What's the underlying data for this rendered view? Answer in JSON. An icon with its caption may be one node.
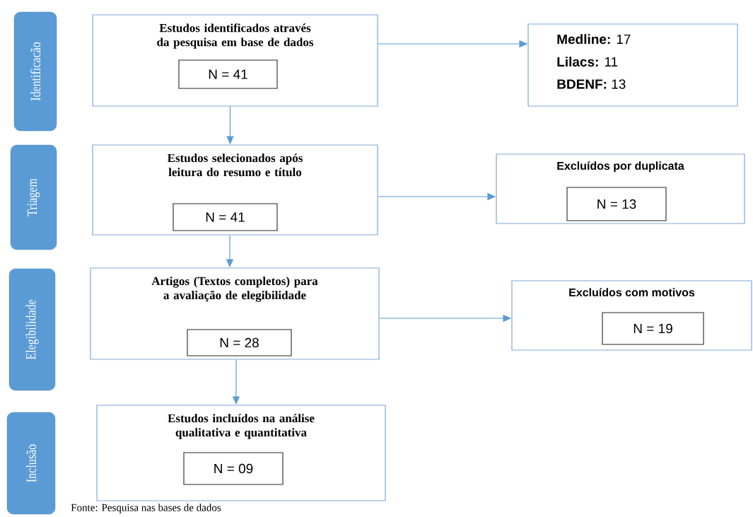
{
  "diagram": {
    "nodes": [
      {
        "text": [
          "Identificacão"
        ]
      },
      {
        "text": [
          "Estudos identificados através da pesquisa em base de dados"
        ]
      },
      {
        "text": [
          "N = 41"
        ],
        "in": 1
      },
      {
        "text": [
          "**Medline:** 17",
          "**Lilacs:** 11",
          "**BDENF:** 13"
        ]
      },
      {
        "text": [
          "Triagem"
        ]
      },
      {
        "text": [
          "Estudos selecionados após leitura do resumo e título"
        ]
      },
      {
        "text": [
          "N = 41"
        ],
        "in": 5
      },
      {
        "text": [
          "Excluídos por duplicata"
        ]
      },
      {
        "text": [
          "N = 13"
        ],
        "in": 7
      },
      {
        "text": [
          "Elegibilidade"
        ]
      },
      {
        "text": [
          "Artigos (Textos completos) para a avaliação de elegibilidade"
        ]
      },
      {
        "text": [
          "N = 28"
        ],
        "in": 10
      },
      {
        "text": [
          "Excluídos com motivos"
        ]
      },
      {
        "text": [
          "N = 19"
        ],
        "in": 12
      },
      {
        "text": [
          "Inclusão"
        ]
      },
      {
        "text": [
          "Estudos incluídos na análise qualitativa e quantitativa"
        ]
      },
      {
        "text": [
          "N = 09"
        ],
        "in": 15
      }
    ],
    "edges": [
      {
        "from": 1,
        "to": 3,
        "arrow": "to"
      },
      {
        "from": 1,
        "to": 5,
        "arrow": "to"
      },
      {
        "from": 5,
        "to": 7,
        "arrow": "to"
      },
      {
        "from": 5,
        "to": 10,
        "arrow": "to"
      },
      {
        "from": 10,
        "to": 12,
        "arrow": "to"
      },
      {
        "from": 10,
        "to": 15,
        "arrow": "to"
      }
    ],
    "labels": [
      "Fonte: Pesquisa nas bases de dados"
    ]
  }
}
